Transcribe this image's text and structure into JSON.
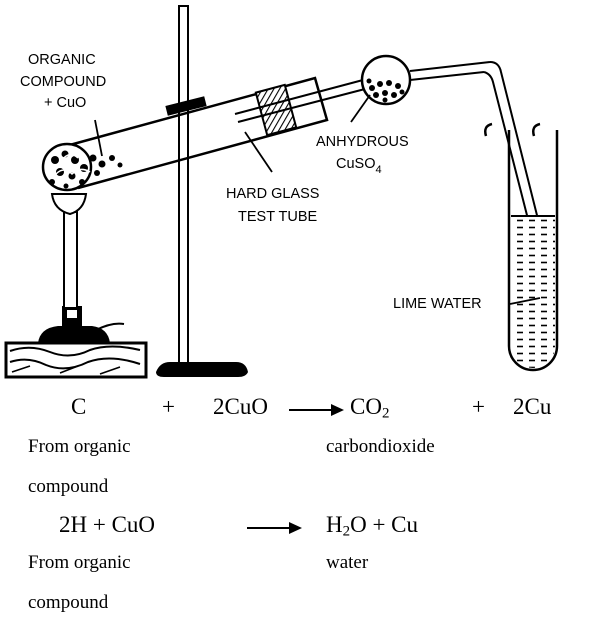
{
  "labels": {
    "organic_compound_line1": "ORGANIC",
    "organic_compound_line2": "COMPOUND",
    "organic_compound_line3": "+ CuO",
    "anhydrous_line1": "ANHYDROUS",
    "anhydrous_line2": "CuSO",
    "anhydrous_sub": "4",
    "hard_glass_line1": "HARD GLASS",
    "hard_glass_line2": "TEST TUBE",
    "lime_water": "LIME WATER"
  },
  "equation1": {
    "reactant1": "C",
    "plus1": "+",
    "reactant2": "2CuO",
    "product1_main": "CO",
    "product1_sub": "2",
    "plus2": "+",
    "product2": "2Cu",
    "reactant1_note_line1": "From organic",
    "reactant1_note_line2": "compound",
    "product1_note": "carbondioxide"
  },
  "equation2": {
    "reactants": "2H + CuO",
    "product_h": "H",
    "product_sub": "2",
    "product_rest": "O + Cu",
    "reactant_note_line1": "From organic",
    "reactant_note_line2": "compound",
    "product_note": "water"
  }
}
